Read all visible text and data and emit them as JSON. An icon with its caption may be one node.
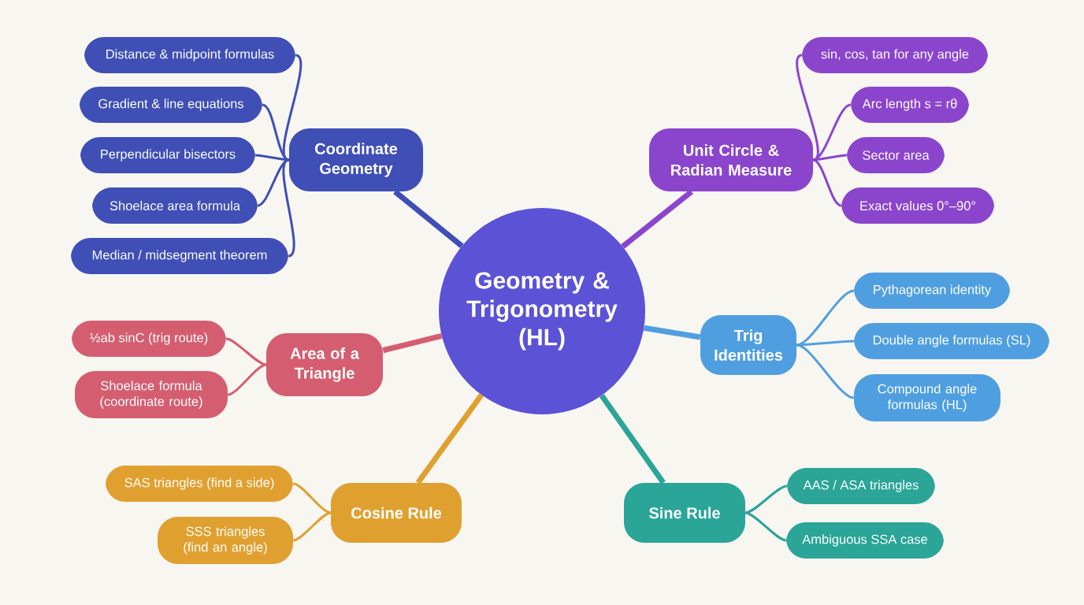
{
  "diagram": {
    "nodes": [
      {
        "text": [
          "Geometry & Trigonometry (HL)"
        ]
      },
      {
        "text": [
          "Coordinate Geometry"
        ]
      },
      {
        "text": [
          "Distance & midpoint formulas"
        ]
      },
      {
        "text": [
          "Gradient & line equations"
        ]
      },
      {
        "text": [
          "Perpendicular bisectors"
        ]
      },
      {
        "text": [
          "Shoelace area formula"
        ]
      },
      {
        "text": [
          "Median / midsegment theorem"
        ]
      },
      {
        "text": [
          "Unit Circle & Radian Measure"
        ]
      },
      {
        "text": [
          "sin, cos, tan for any angle"
        ]
      },
      {
        "text": [
          "Arc length s = rθ"
        ]
      },
      {
        "text": [
          "Sector area"
        ]
      },
      {
        "text": [
          "Exact values 0°–90°"
        ]
      },
      {
        "text": [
          "Area of a Triangle"
        ]
      },
      {
        "text": [
          "½ab sinC (trig route)"
        ]
      },
      {
        "text": [
          "Shoelace formula (coordinate route)"
        ]
      },
      {
        "text": [
          "Trig Identities"
        ]
      },
      {
        "text": [
          "Pythagorean identity"
        ]
      },
      {
        "text": [
          "Double angle formulas (SL)"
        ]
      },
      {
        "text": [
          "Compound angle formulas (HL)"
        ]
      },
      {
        "text": [
          "Cosine Rule"
        ]
      },
      {
        "text": [
          "SAS triangles (find a side)"
        ]
      },
      {
        "text": [
          "SSS triangles (find an angle)"
        ]
      },
      {
        "text": [
          "Sine Rule"
        ]
      },
      {
        "text": [
          "AAS / ASA triangles"
        ]
      },
      {
        "text": [
          "Ambiguous SSA case"
        ]
      }
    ],
    "edges": [
      {
        "from": 0,
        "to": 1,
        "arrow": "none",
        "style": "thick",
        "color": "#3f4fb5"
      },
      {
        "from": 0,
        "to": 7,
        "arrow": "none",
        "style": "thick",
        "color": "#8b45cc"
      },
      {
        "from": 0,
        "to": 12,
        "arrow": "none",
        "style": "thick",
        "color": "#d45e70"
      },
      {
        "from": 0,
        "to": 15,
        "arrow": "none",
        "style": "thick",
        "color": "#4f9fe0"
      },
      {
        "from": 0,
        "to": 19,
        "arrow": "none",
        "style": "thick",
        "color": "#e0a030"
      },
      {
        "from": 0,
        "to": 22,
        "arrow": "none",
        "style": "thick",
        "color": "#2aa598"
      },
      {
        "from": 1,
        "to": 2,
        "arrow": "none",
        "color": "#3f4fb5"
      },
      {
        "from": 1,
        "to": 3,
        "arrow": "none",
        "color": "#3f4fb5"
      },
      {
        "from": 1,
        "to": 4,
        "arrow": "none",
        "color": "#3f4fb5"
      },
      {
        "from": 1,
        "to": 5,
        "arrow": "none",
        "color": "#3f4fb5"
      },
      {
        "from": 1,
        "to": 6,
        "arrow": "none",
        "color": "#3f4fb5"
      },
      {
        "from": 7,
        "to": 8,
        "arrow": "none",
        "color": "#8b45cc"
      },
      {
        "from": 7,
        "to": 9,
        "arrow": "none",
        "color": "#8b45cc"
      },
      {
        "from": 7,
        "to": 10,
        "arrow": "none",
        "color": "#8b45cc"
      },
      {
        "from": 7,
        "to": 11,
        "arrow": "none",
        "color": "#8b45cc"
      },
      {
        "from": 12,
        "to": 13,
        "arrow": "none",
        "color": "#d45e70"
      },
      {
        "from": 12,
        "to": 14,
        "arrow": "none",
        "color": "#d45e70"
      },
      {
        "from": 15,
        "to": 16,
        "arrow": "none",
        "color": "#4f9fe0"
      },
      {
        "from": 15,
        "to": 17,
        "arrow": "none",
        "color": "#4f9fe0"
      },
      {
        "from": 15,
        "to": 18,
        "arrow": "none",
        "color": "#4f9fe0"
      },
      {
        "from": 19,
        "to": 20,
        "arrow": "none",
        "color": "#e0a030"
      },
      {
        "from": 19,
        "to": 21,
        "arrow": "none",
        "color": "#e0a030"
      },
      {
        "from": 22,
        "to": 23,
        "arrow": "none",
        "color": "#2aa598"
      },
      {
        "from": 22,
        "to": 24,
        "arrow": "none",
        "color": "#2aa598"
      }
    ]
  }
}
